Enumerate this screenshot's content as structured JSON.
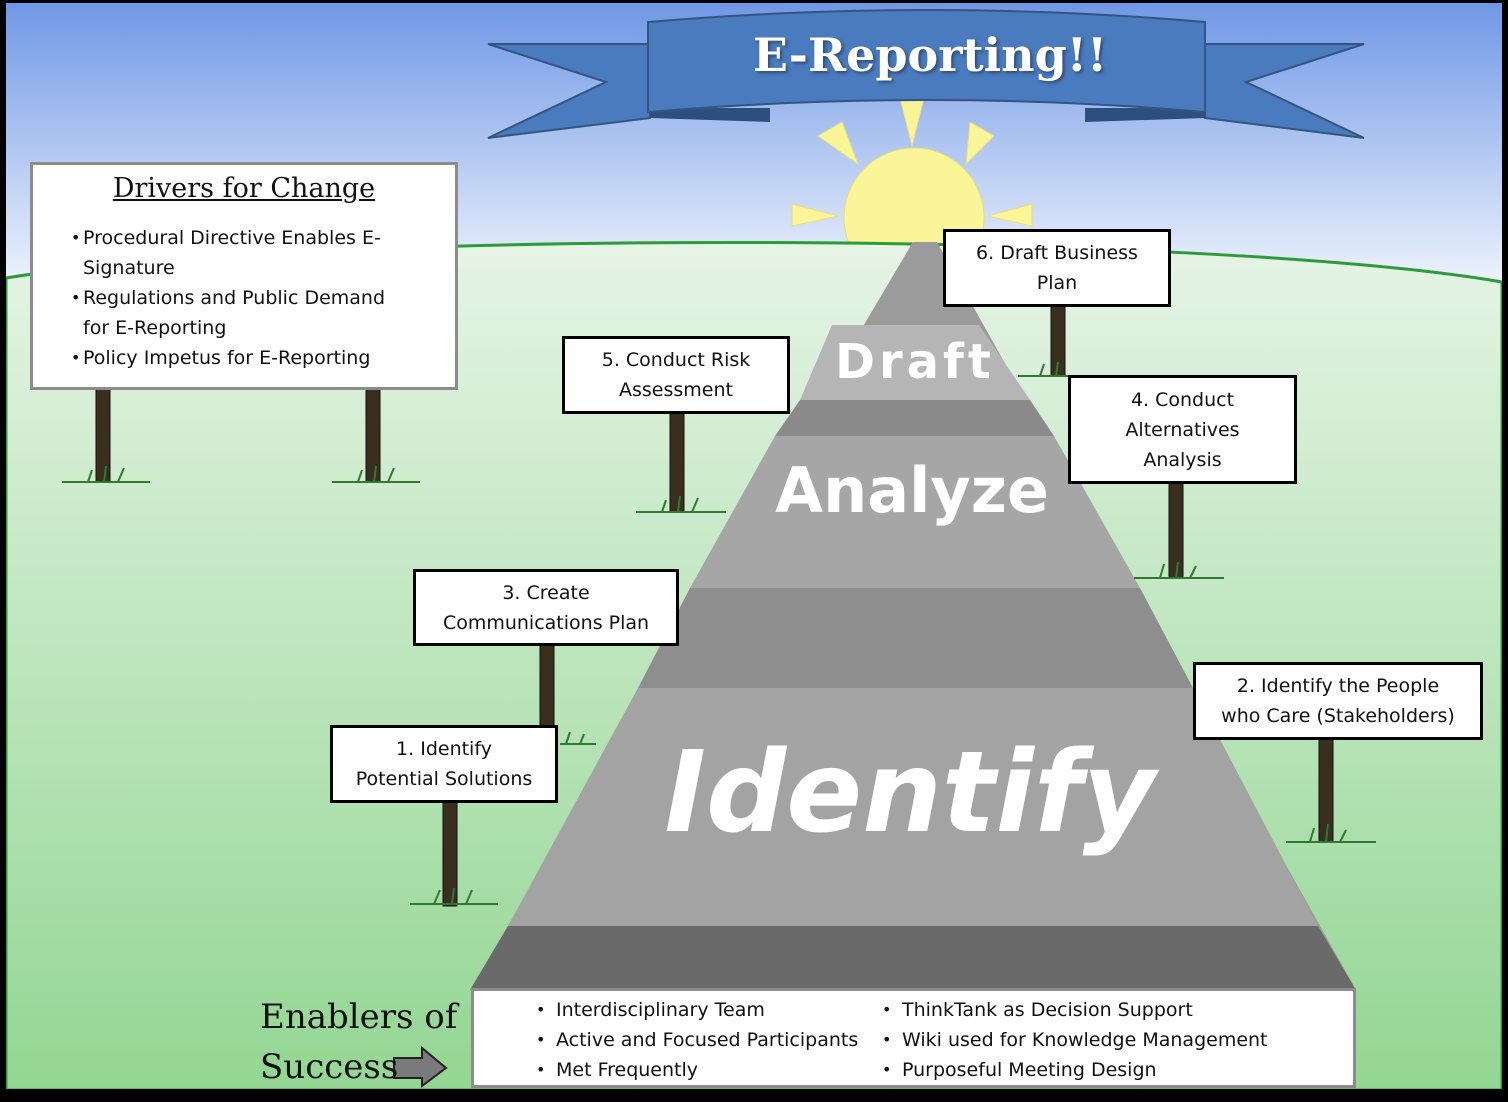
{
  "banner": {
    "title": "E-Reporting!!"
  },
  "drivers": {
    "title": "Drivers for Change",
    "items": [
      "Procedural Directive Enables E-\nSignature",
      "Regulations and Public Demand\nfor E-Reporting",
      "Policy Impetus for E-Reporting"
    ]
  },
  "road": {
    "stages": [
      "Draft",
      "Analyze",
      "Identify"
    ]
  },
  "steps": [
    "1. Identify\nPotential Solutions",
    "2. Identify the People\nwho Care (Stakeholders)",
    "3. Create\nCommunications Plan",
    "4. Conduct\nAlternatives\nAnalysis",
    "5. Conduct Risk\nAssessment",
    "6. Draft Business\nPlan"
  ],
  "enablers": {
    "label": "Enablers of\nSuccess",
    "left": [
      "Interdisciplinary Team",
      "Active and Focused Participants",
      "Met Frequently"
    ],
    "right": [
      "ThinkTank as Decision Support",
      "Wiki used for Knowledge Management",
      "Purposeful Meeting Design"
    ]
  },
  "colors": {
    "sky_top": "#7aa0e8",
    "sky_bottom": "#e8f0fb",
    "grass": "#a6dca6",
    "banner": "#4a7bbf",
    "sun": "#fbf59a",
    "road": "#9a9a9a"
  },
  "icons": [
    "sun-icon",
    "arrow-right-icon",
    "grass-tuft-icon"
  ]
}
